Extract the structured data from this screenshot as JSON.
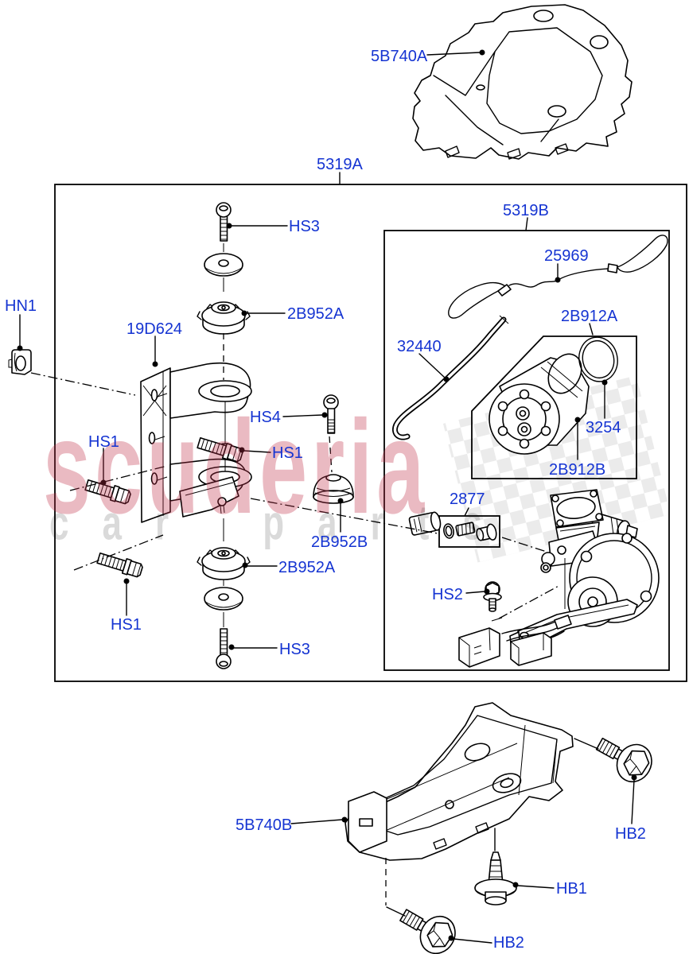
{
  "diagram_title": "Air suspension compressor and mounting exploded diagram",
  "colors": {
    "label_blue": "#1534d2",
    "line_black": "#000000",
    "watermark_pink": "#c2304a",
    "checker_gray": "#e7e7e7"
  },
  "watermark": {
    "brand": "scuderia",
    "tagline": "car parts"
  },
  "callouts": [
    {
      "id": "5B740A",
      "text": "5B740A"
    },
    {
      "id": "5319A",
      "text": "5319A"
    },
    {
      "id": "5319B",
      "text": "5319B"
    },
    {
      "id": "HS3-top",
      "text": "HS3"
    },
    {
      "id": "2B952A-upper",
      "text": "2B952A"
    },
    {
      "id": "HN1",
      "text": "HN1"
    },
    {
      "id": "19D624",
      "text": "19D624"
    },
    {
      "id": "25969",
      "text": "25969"
    },
    {
      "id": "32440",
      "text": "32440"
    },
    {
      "id": "2B912A",
      "text": "2B912A"
    },
    {
      "id": "HS4",
      "text": "HS4"
    },
    {
      "id": "HS1-mid",
      "text": "HS1"
    },
    {
      "id": "HS1-left",
      "text": "HS1"
    },
    {
      "id": "3254",
      "text": "3254"
    },
    {
      "id": "2B912B",
      "text": "2B912B"
    },
    {
      "id": "2877",
      "text": "2877"
    },
    {
      "id": "2B952B",
      "text": "2B952B"
    },
    {
      "id": "HS2",
      "text": "HS2"
    },
    {
      "id": "2B952A-lower",
      "text": "2B952A"
    },
    {
      "id": "HS1-bottom",
      "text": "HS1"
    },
    {
      "id": "HS3-bottom",
      "text": "HS3"
    },
    {
      "id": "5B740B",
      "text": "5B740B"
    },
    {
      "id": "HB2-upper",
      "text": "HB2"
    },
    {
      "id": "HB1",
      "text": "HB1"
    },
    {
      "id": "HB2-lower",
      "text": "HB2"
    }
  ]
}
